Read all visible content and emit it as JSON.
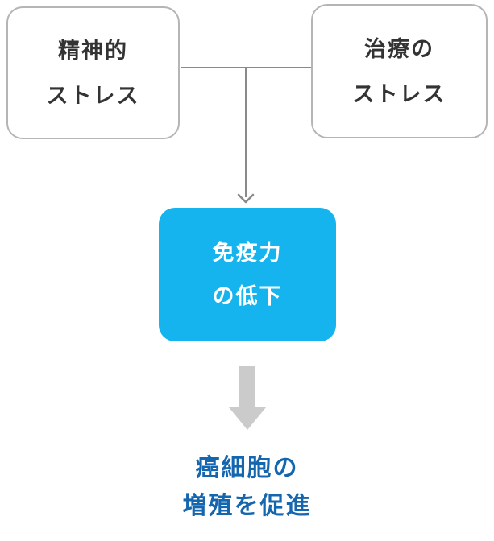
{
  "diagram": {
    "nodes": {
      "mental_stress": {
        "line1": "精神的",
        "line2": "ストレス"
      },
      "treatment_stress": {
        "line1": "治療の",
        "line2": "ストレス"
      },
      "immunity_decline": {
        "line1": "免疫力",
        "line2": "の低下"
      },
      "cancer_growth": {
        "line1": "癌細胞の",
        "line2": "増殖を促進"
      }
    },
    "colors": {
      "node_border": "#b5b5b5",
      "node_text": "#333333",
      "immunity_fill": "#15b4ef",
      "immunity_text": "#ffffff",
      "connector_line": "#8a8a8a",
      "big_arrow": "#cbcbcb",
      "result_text": "#1467af"
    }
  }
}
